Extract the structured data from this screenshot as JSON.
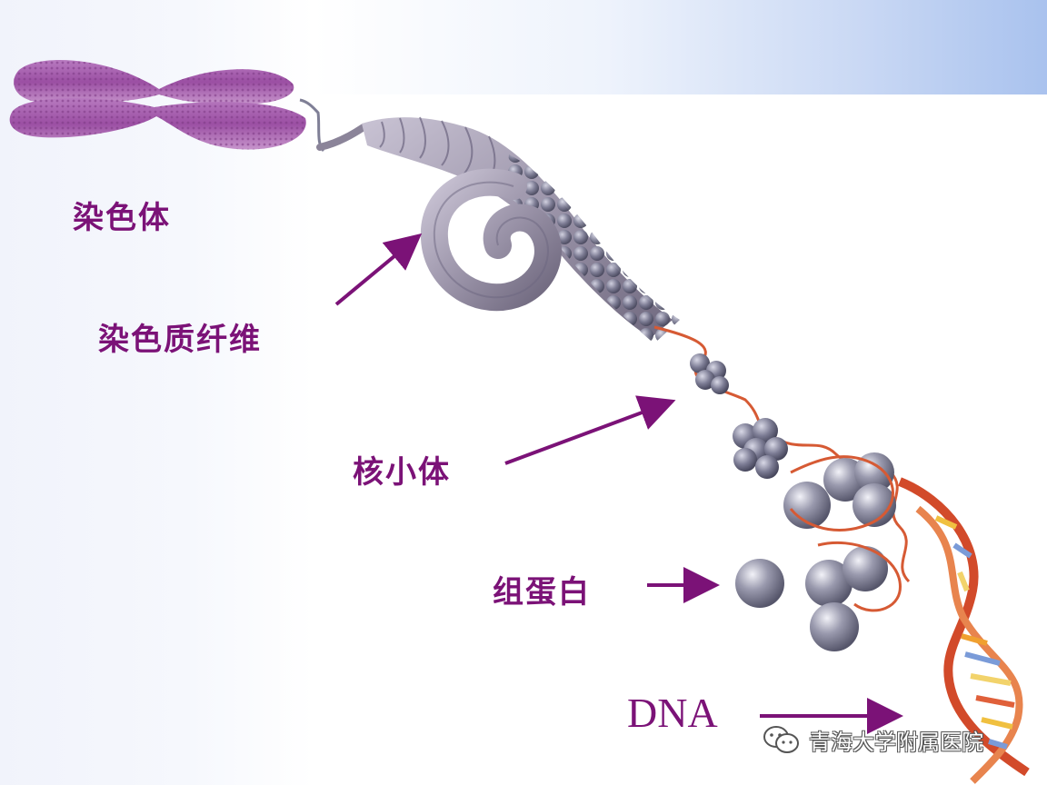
{
  "labels": {
    "chromosome": "染色体",
    "chromatin_fiber": "染色质纤维",
    "nucleosome": "核小体",
    "histone": "组蛋白",
    "dna": "DNA"
  },
  "watermark": {
    "text": "青海大学附属医院",
    "icon": "wechat-icon"
  },
  "colors": {
    "label": "#7b1277",
    "arrow": "#7b1277",
    "chromosome": "#a05aa8",
    "histone": "#8a8a9e",
    "dna_strand": "#d24a2a",
    "top_band": "#a9c2ee"
  }
}
